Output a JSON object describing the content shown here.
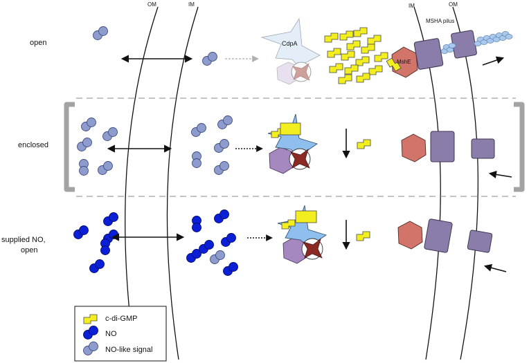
{
  "membranes": {
    "om_left": "OM",
    "im_left": "IM",
    "im_right": "IM",
    "om_right": "OM"
  },
  "rows": [
    {
      "label": "open"
    },
    {
      "label": "enclosed"
    },
    {
      "label_line1": "supplied NO,",
      "label_line2": "open"
    }
  ],
  "proteins": {
    "cdpa": "CdpA",
    "mshe": "MshE",
    "pilus": "MSHA pilus"
  },
  "legend": {
    "items": [
      {
        "icon": "c-di-gmp-icon",
        "label": "c-di-GMP"
      },
      {
        "icon": "no-molecule-icon",
        "label": "NO"
      },
      {
        "icon": "no-like-signal-icon",
        "label": "NO-like signal"
      }
    ]
  },
  "colors": {
    "no": "#0a1fd6",
    "no_like": "#8e9ccd",
    "c_di_gmp": "#f3ee1f",
    "cdpa": "#8fbfee",
    "hexagon": "#a688c1",
    "star": "#8b2a24",
    "mshe": "#d27469",
    "msha": "#8a7da9",
    "bracket": "#a3a3a3"
  }
}
